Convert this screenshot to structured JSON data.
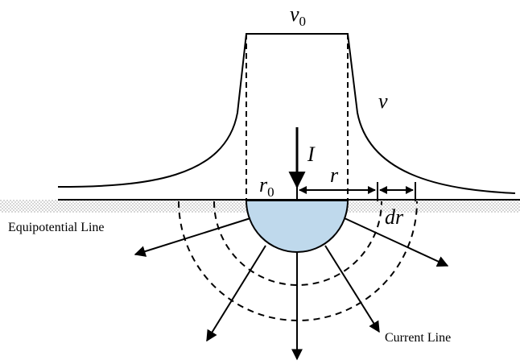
{
  "labels": {
    "v0": "v",
    "v0_sub": "0",
    "v": "v",
    "I": "I",
    "r0": "r",
    "r0_sub": "0",
    "r": "r",
    "dr": "dr",
    "equipotential": "Equipotential Line",
    "current": "Current Line"
  },
  "colors": {
    "electrode_fill": "#bfd9ec",
    "line": "#000000",
    "ground_pattern": "#c8c8c8"
  }
}
